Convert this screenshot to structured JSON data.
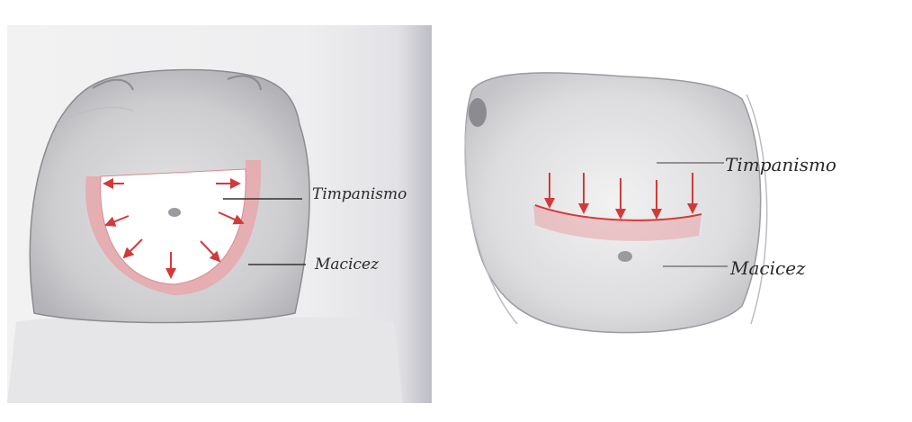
{
  "figures": [
    {
      "labels": {
        "tympanism": "Timpanismo",
        "dullness": "Macicez"
      }
    },
    {
      "labels": {
        "tympanism": "Timpanismo",
        "dullness": "Macicez"
      }
    }
  ],
  "colors": {
    "arrow": "#d23a3a",
    "dullness_shading": "#e9a2a6",
    "skin": "#cfcfd2",
    "outline": "#8b8b90"
  }
}
